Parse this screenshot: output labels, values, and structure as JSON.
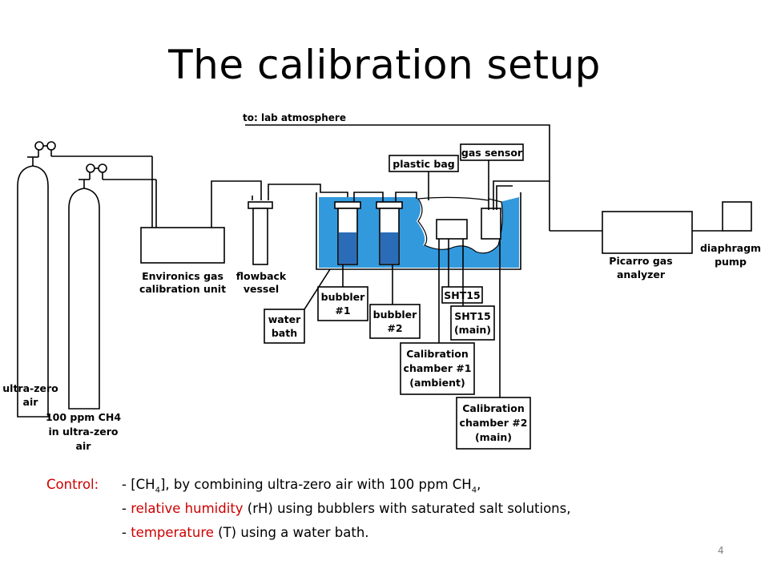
{
  "title": "The calibration setup",
  "diagram": {
    "to_lab_atmosphere": "to: lab atmosphere",
    "plastic_bag": "plastic bag",
    "gas_sensor": "gas sensor",
    "environics": [
      "Environics gas",
      "calibration unit"
    ],
    "flowback": [
      "flowback",
      "vessel"
    ],
    "water_bath": [
      "water",
      "bath"
    ],
    "bubbler1": [
      "bubbler",
      "#1"
    ],
    "bubbler2": [
      "bubbler",
      "#2"
    ],
    "sht15_ambient": "SHT15",
    "sht15_main": [
      "SHT15",
      "(main)"
    ],
    "chamber1": [
      "Calibration",
      "chamber #1",
      "(ambient)"
    ],
    "chamber2": [
      "Calibration",
      "chamber #2",
      "(main)"
    ],
    "picarro": [
      "Picarro gas",
      "analyzer"
    ],
    "pump": [
      "diaphragm",
      "pump"
    ],
    "cylinder1": [
      "ultra-zero",
      "air"
    ],
    "cylinder2": [
      "100 ppm CH4",
      "in ultra-zero",
      "air"
    ],
    "colors": {
      "water": "#3399dd",
      "bubbler_water": "#2b6cb8",
      "lines": "#000000"
    }
  },
  "control": {
    "label": "Control:",
    "line1_pre": "- [CH",
    "line1_sub": "4",
    "line1_mid": "], by combining ultra-zero air with 100 ppm CH",
    "line1_sub2": "4",
    "line1_end": ",",
    "line2_dash": "- ",
    "line2_red": "relative humidity",
    "line2_rest": " (rH) using bubblers with saturated salt solutions,",
    "line3_dash": "- ",
    "line3_red": "temperature",
    "line3_rest": " (T) using a water bath.",
    "accent_color": "#cc0000"
  },
  "page_number": "4"
}
